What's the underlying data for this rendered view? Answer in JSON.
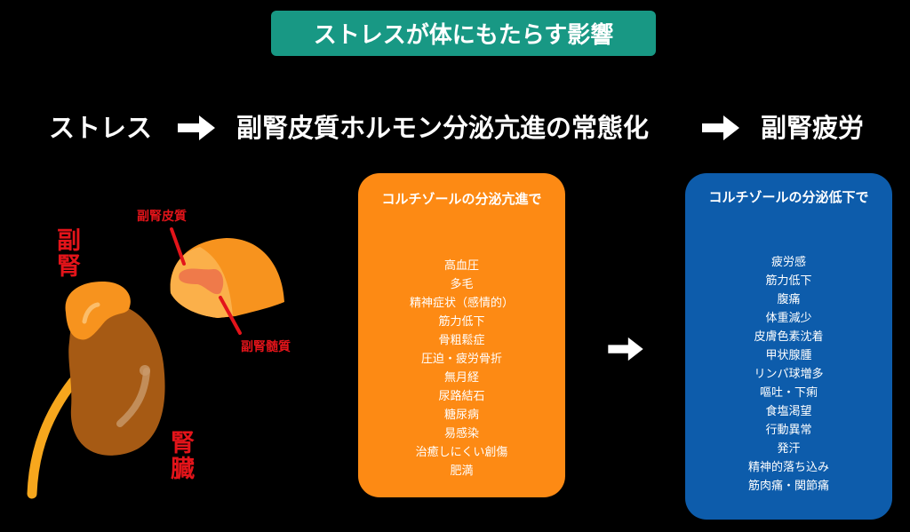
{
  "title": "ストレスが体にもたらす影響",
  "flow": {
    "step1": "ストレス",
    "step2": "副腎皮質ホルモン分泌亢進の常態化",
    "step3": "副腎疲労"
  },
  "illustration": {
    "adrenal_label": "副腎",
    "kidney_label": "腎臓",
    "cortex_label": "副腎皮質",
    "medulla_label": "副腎髄質"
  },
  "excess_box": {
    "heading": "コルチゾールの分泌亢進で",
    "items": [
      "高血圧",
      "多毛",
      "精神症状（感情的）",
      "筋力低下",
      "骨粗鬆症",
      "圧迫・疲労骨折",
      "無月経",
      "尿路結石",
      "糖尿病",
      "易感染",
      "治癒しにくい創傷",
      "肥満"
    ]
  },
  "deficit_box": {
    "heading": "コルチゾールの分泌低下で",
    "items": [
      "疲労感",
      "筋力低下",
      "腹痛",
      "体重減少",
      "皮膚色素沈着",
      "甲状腺腫",
      "リンパ球増多",
      "嘔吐・下痢",
      "食塩渇望",
      "行動異常",
      "発汗",
      "精神的落ち込み",
      "筋肉痛・関節痛"
    ]
  },
  "colors": {
    "title_bg": "#189884",
    "excess": "#fd8a14",
    "deficit": "#0d5cab",
    "label_red": "#e3141a"
  }
}
